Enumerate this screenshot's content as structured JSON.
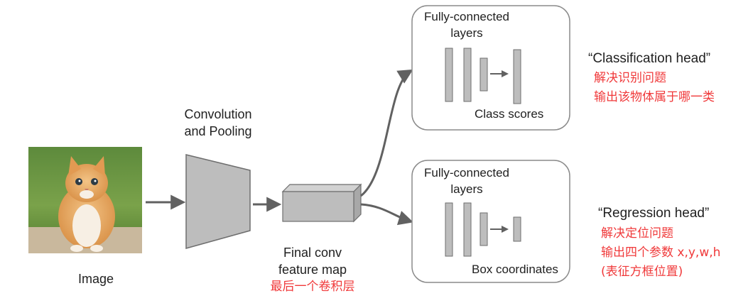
{
  "input_image": {
    "caption": "Image"
  },
  "conv": {
    "title_line1": "Convolution",
    "title_line2": "and Pooling"
  },
  "feature_map": {
    "caption_line1": "Final conv",
    "caption_line2": "feature map",
    "note": "最后一个卷积层"
  },
  "classification": {
    "box_title_line1": "Fully-connected",
    "box_title_line2": "layers",
    "box_output": "Class scores",
    "head_label": "“Classification head”",
    "note_line1": "解决识别问题",
    "note_line2": "输出该物体属于哪一类"
  },
  "regression": {
    "box_title_line1": "Fully-connected",
    "box_title_line2": "layers",
    "box_output": "Box coordinates",
    "head_label": "“Regression head”",
    "note_line1": "解决定位问题",
    "note_line2": "输出四个参数 x,y,w,h",
    "note_line3": "(表征方框位置)"
  },
  "colors": {
    "annotation_red": "#f0393a",
    "shape_fill": "#bdbdbd",
    "shape_stroke": "#6e6e6e",
    "arrow": "#616161",
    "box_border": "#8a8a8a"
  }
}
